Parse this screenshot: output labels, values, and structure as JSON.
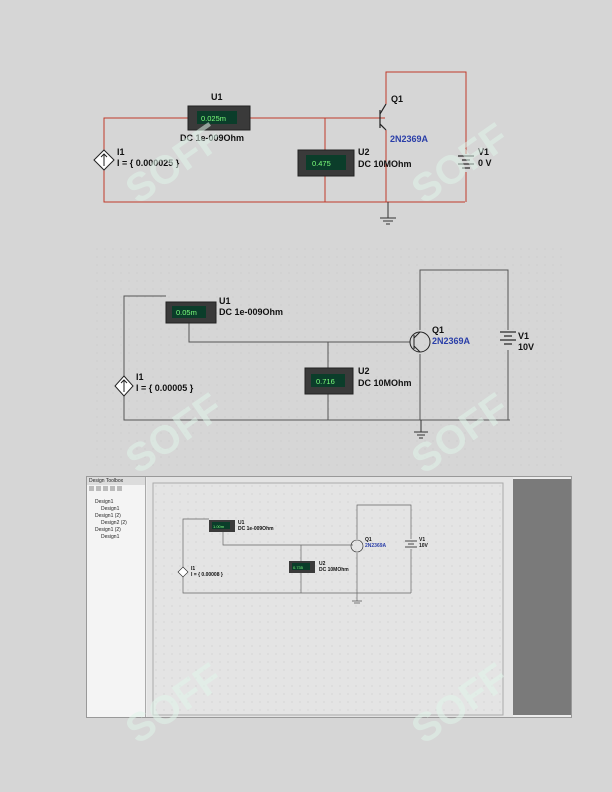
{
  "circuit1": {
    "meter_u1": {
      "label": "U1",
      "reading": "0.025m",
      "settings": "DC  1e-009Ohm"
    },
    "meter_u2": {
      "label": "U2",
      "reading": "0.475",
      "settings": "DC  10MOhm"
    },
    "source_i1": {
      "label": "I1",
      "value": "I = { 0.000025 }"
    },
    "transistor_q1": {
      "label": "Q1",
      "model": "2N2369A"
    },
    "battery_v1": {
      "label": "V1",
      "value": "0 V"
    },
    "wire_color": "#c0392b"
  },
  "circuit2": {
    "meter_u1": {
      "label": "U1",
      "reading": "0.05m",
      "settings": "DC  1e-009Ohm"
    },
    "meter_u2": {
      "label": "U2",
      "reading": "0.716",
      "settings": "DC  10MOhm"
    },
    "source_i1": {
      "label": "I1",
      "value": "I = { 0.00005 }"
    },
    "transistor_q1": {
      "label": "Q1",
      "model": "2N2369A"
    },
    "battery_v1": {
      "label": "V1",
      "value": "10V"
    },
    "wire_color": "#555555"
  },
  "app": {
    "design_toolbox_title": "Design Toolbox",
    "tree": [
      "Design1",
      "Design1",
      "Design1 (2)",
      "Design2 (2)",
      "Design1 (2)",
      "Design1"
    ],
    "meter_u1": {
      "label": "U1",
      "reading": "1.00m",
      "settings": "DC  1e-009Ohm"
    },
    "meter_u2": {
      "label": "U2",
      "reading": "0.735",
      "settings": "DC  10MOhm"
    },
    "source_i1": {
      "label": "I1",
      "value": "I = { 0.00008 }"
    },
    "transistor_q1": {
      "label": "Q1",
      "model": "2N2369A"
    },
    "battery_v1": {
      "label": "V1",
      "value": "10V"
    }
  },
  "watermark": "SOFF",
  "colors": {
    "meter_body": "#3a3a3a",
    "meter_display": "#0b3d2a",
    "model_blue": "#2a3ea8",
    "watermark": "#d9f3e4"
  }
}
